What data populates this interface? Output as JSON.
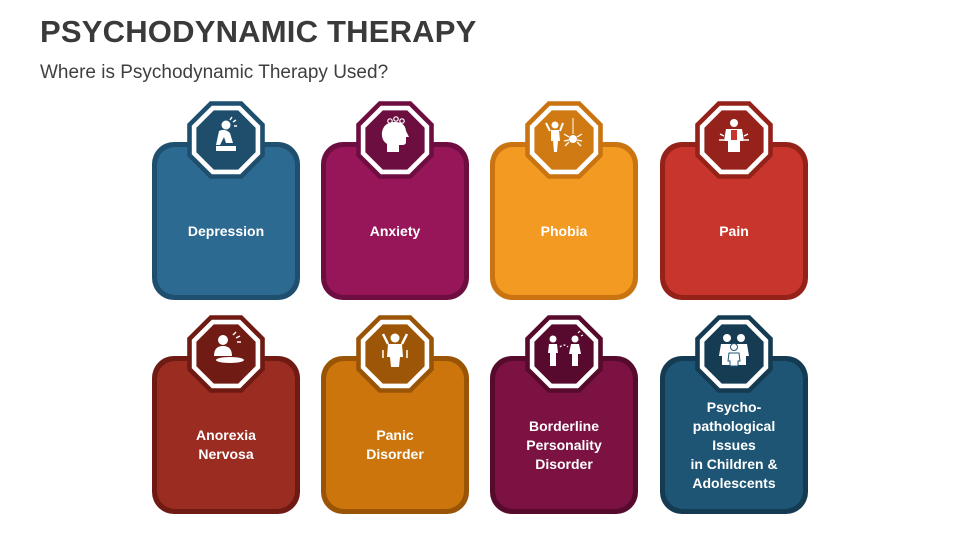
{
  "header": {
    "title": "PSYCHODYNAMIC THERAPY",
    "subtitle": "Where is Psychodynamic Therapy Used?"
  },
  "cards": [
    {
      "label": "Depression",
      "icon": "depressed-person-icon",
      "fill": "#2d6a91",
      "border": "#1f4f6e",
      "hex": "#1e4e6c"
    },
    {
      "label": "Anxiety",
      "icon": "anxious-head-icon",
      "fill": "#97165a",
      "border": "#6e0e40",
      "hex": "#6d0e40"
    },
    {
      "label": "Phobia",
      "icon": "spider-fear-icon",
      "fill": "#f39a22",
      "border": "#c97410",
      "hex": "#cf7a12"
    },
    {
      "label": "Pain",
      "icon": "pain-person-icon",
      "fill": "#c8352c",
      "border": "#952219",
      "hex": "#96231b"
    },
    {
      "label": "Anorexia Nervosa",
      "icon": "anorexia-plate-icon",
      "fill": "#9a2c22",
      "border": "#6f1a12",
      "hex": "#701b13"
    },
    {
      "label": "Panic Disorder",
      "icon": "panic-person-icon",
      "fill": "#cc750c",
      "border": "#9a5406",
      "hex": "#9d5607"
    },
    {
      "label": "Borderline Personality Disorder",
      "icon": "two-persons-conflict-icon",
      "fill": "#7b1242",
      "border": "#560a2c",
      "hex": "#570a2d"
    },
    {
      "label": "Psycho-pathological Issues in Children & Adolescents",
      "icon": "children-group-icon",
      "fill": "#1f5574",
      "border": "#143b52",
      "hex": "#153c53"
    }
  ]
}
